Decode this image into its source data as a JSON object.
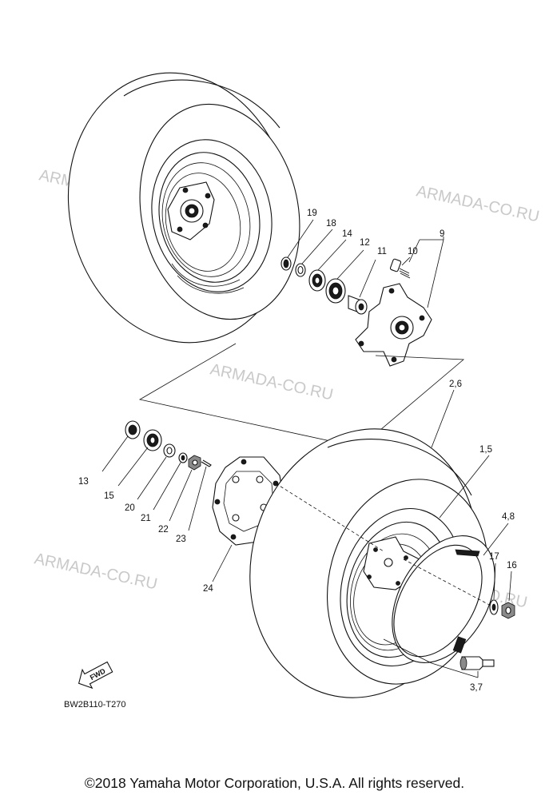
{
  "watermark": "ARMADA-CO.RU",
  "diagram_code": "BW2B110-T270",
  "fwd_label": "FWD",
  "copyright": "©2018 Yamaha Motor Corporation, U.S.A. All rights reserved.",
  "callouts": {
    "c19": "19",
    "c18": "18",
    "c14": "14",
    "c12": "12",
    "c11": "11",
    "c10": "10",
    "c9": "9",
    "c26": "2,6",
    "c15b": "1,5",
    "c48": "4,8",
    "c17": "17",
    "c16": "16",
    "c37": "3,7",
    "c13": "13",
    "c15": "15",
    "c20": "20",
    "c21": "21",
    "c22": "22",
    "c23": "23",
    "c24": "24"
  }
}
